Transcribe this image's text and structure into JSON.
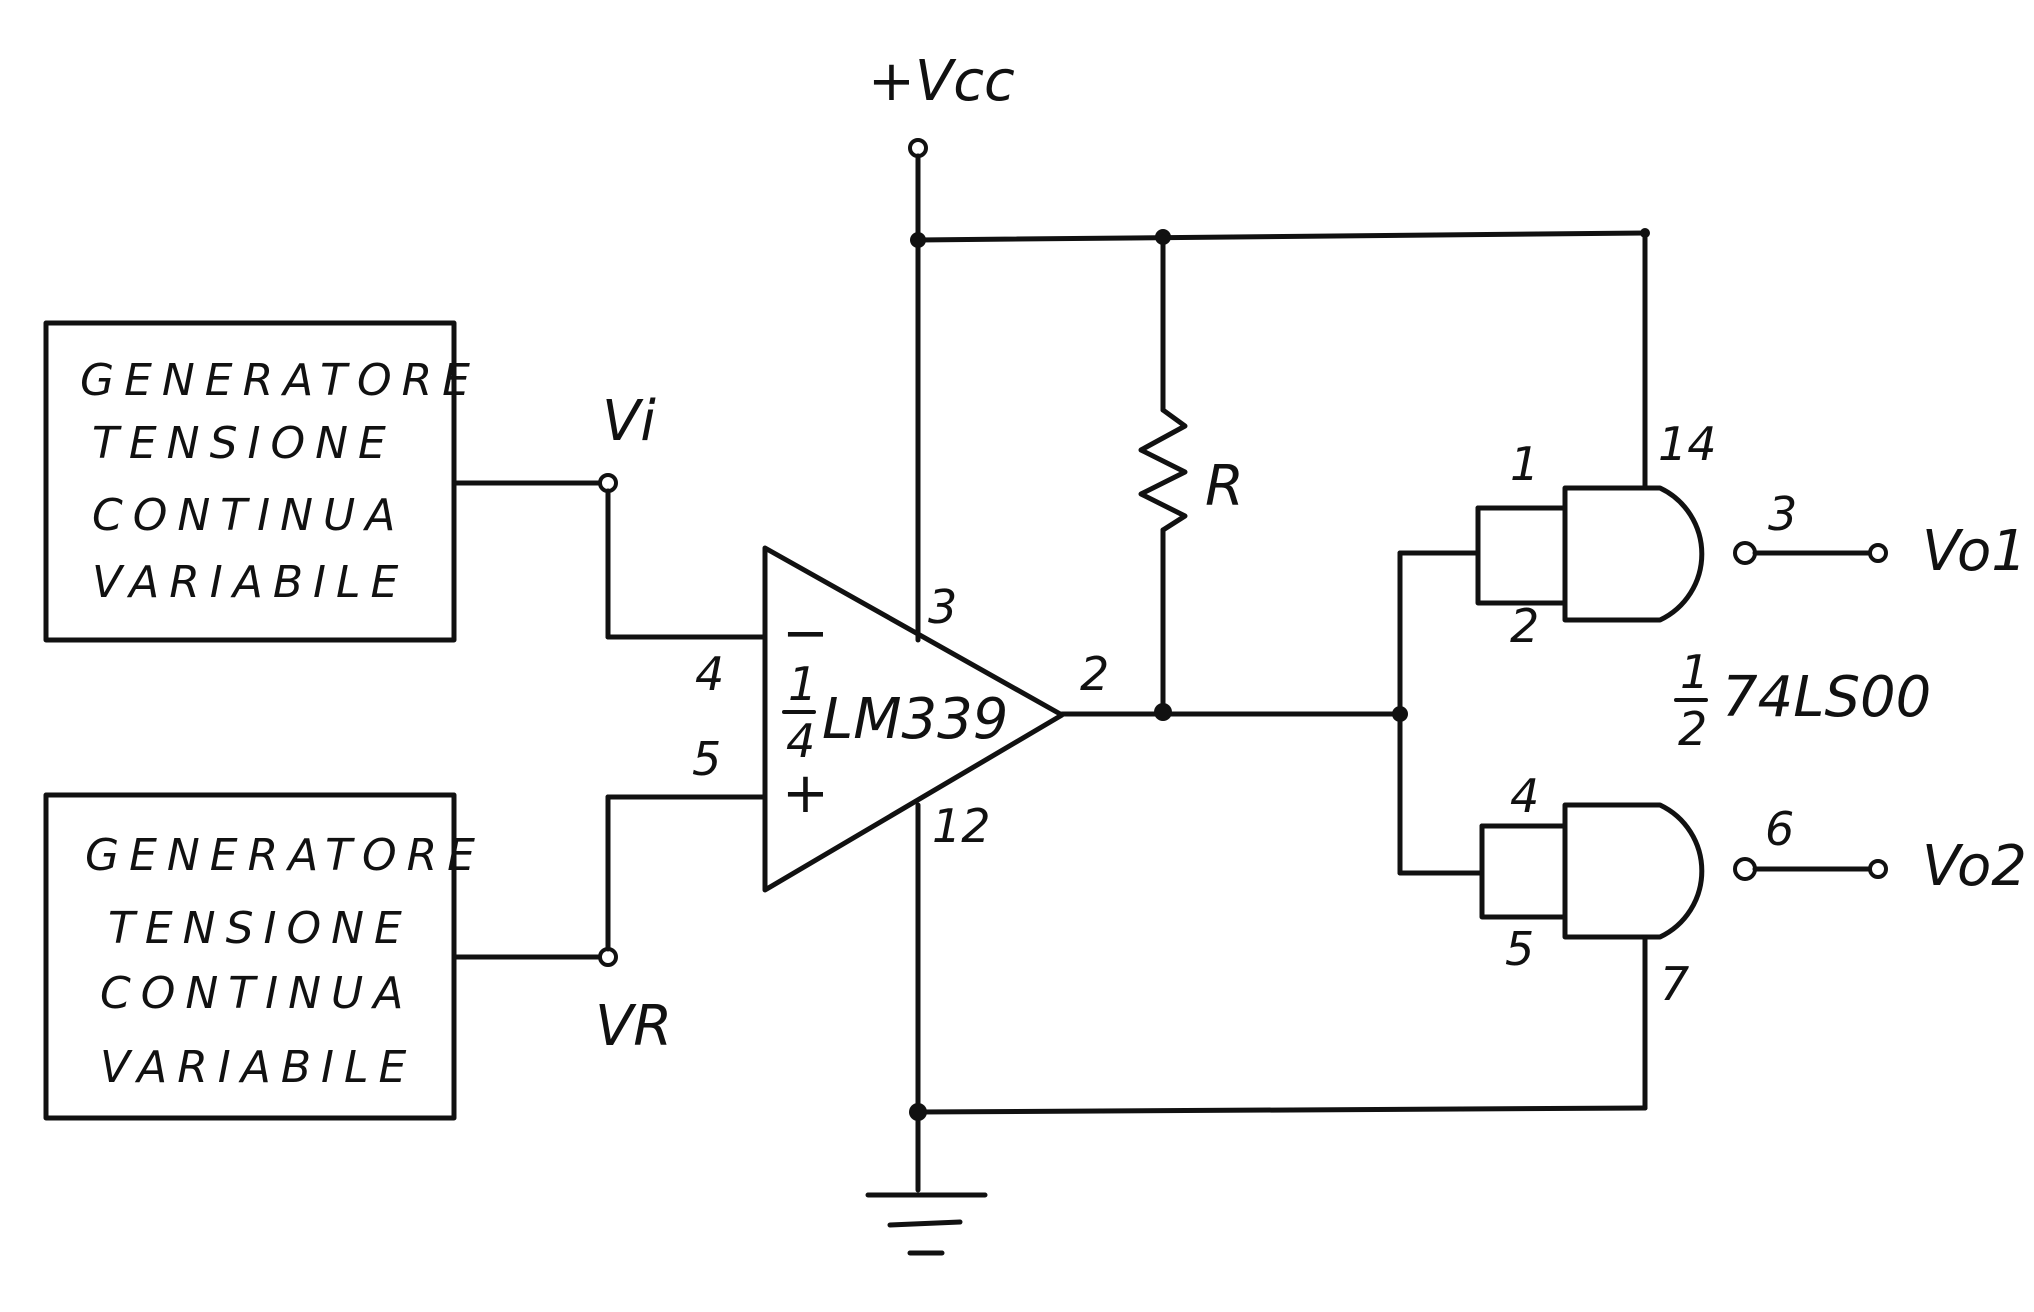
{
  "supply": {
    "label": "+Vcc"
  },
  "generator_top": {
    "lines": [
      "GENERATORE",
      "TENSIONE",
      "CONTINUA",
      "VARIABILE"
    ]
  },
  "generator_bottom": {
    "lines": [
      "GENERATORE",
      "TENSIONE",
      "CONTINUA",
      "VARIABILE"
    ]
  },
  "input_labels": {
    "vi": "Vi",
    "vr": "VR"
  },
  "comparator": {
    "fraction_num": "1",
    "fraction_den": "4",
    "part": "LM339",
    "minus_sign": "−",
    "plus_sign": "+",
    "pins": {
      "inverting": "4",
      "non_inverting": "5",
      "vcc": "3",
      "gnd": "12",
      "output": "2"
    }
  },
  "resistor": {
    "label": "R"
  },
  "nand_chip": {
    "fraction_num": "1",
    "fraction_den": "2",
    "part": "74LS00"
  },
  "nand_top": {
    "in_a": "1",
    "in_b": "2",
    "out": "3",
    "vcc": "14"
  },
  "nand_bottom": {
    "in_a": "4",
    "in_b": "5",
    "out": "6",
    "gnd": "7"
  },
  "outputs": {
    "vo1": "Vo1",
    "vo2": "Vo2"
  }
}
